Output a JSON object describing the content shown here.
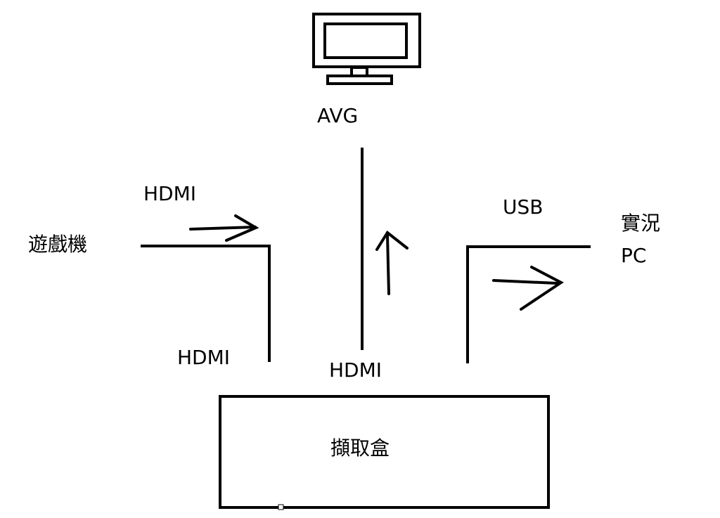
{
  "diagram": {
    "monitor_label": "AVG",
    "console_label": "遊戲機",
    "console_to_box_top_label": "HDMI",
    "console_to_box_bottom_label": "HDMI",
    "box_to_monitor_label": "HDMI",
    "box_to_pc_label": "USB",
    "pc_label_line1": "實況",
    "pc_label_line2": "PC",
    "capture_box_label": "擷取盒"
  },
  "icons": {
    "monitor": "monitor-icon"
  }
}
